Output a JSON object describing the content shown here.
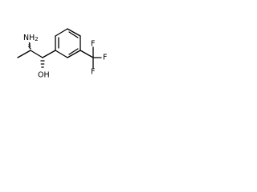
{
  "structure": {
    "amine_label": "NH2",
    "amine_main": "NH",
    "amine_subscript": "2",
    "hydroxyl_label": "OH",
    "fluorine_top": "F",
    "fluorine_right": "F",
    "fluorine_bottom": "F"
  },
  "colors": {
    "bond": "#000000",
    "label": "#000000",
    "background": "#ffffff"
  }
}
